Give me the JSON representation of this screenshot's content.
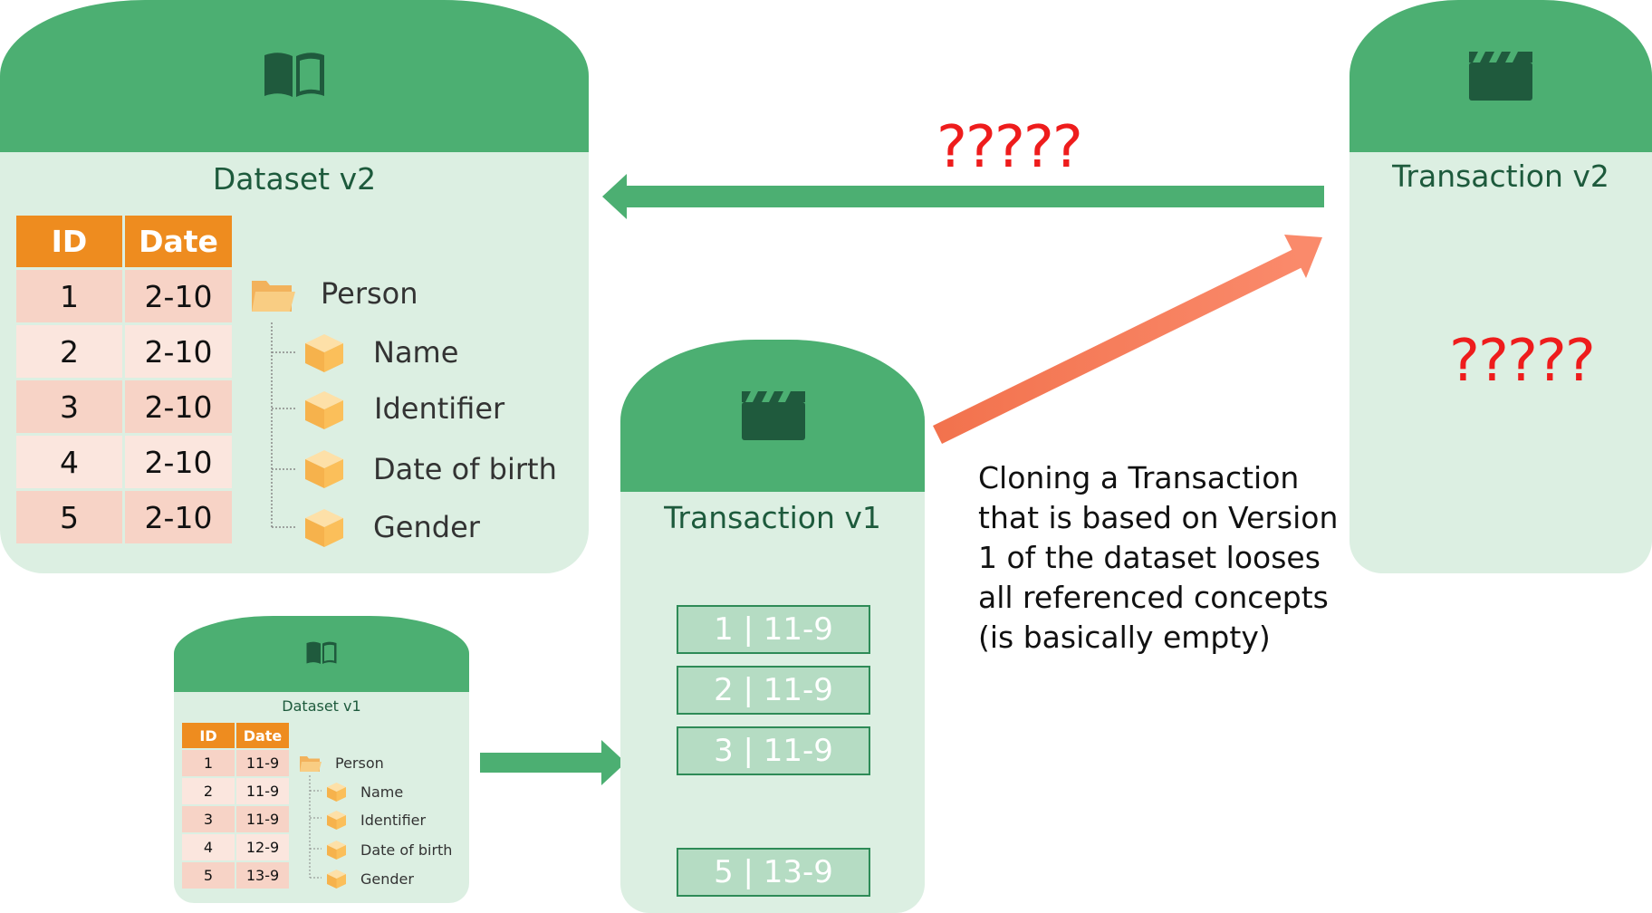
{
  "dataset_v2": {
    "title": "Dataset v2",
    "icon": "book-icon",
    "columns": [
      "ID",
      "Date"
    ],
    "rows": [
      [
        "1",
        "2-10"
      ],
      [
        "2",
        "2-10"
      ],
      [
        "3",
        "2-10"
      ],
      [
        "4",
        "2-10"
      ],
      [
        "5",
        "2-10"
      ]
    ],
    "folder": "Person",
    "items": [
      "Name",
      "Identifier",
      "Date of birth",
      "Gender"
    ]
  },
  "dataset_v1": {
    "title": "Dataset v1",
    "icon": "book-icon",
    "columns": [
      "ID",
      "Date"
    ],
    "rows": [
      [
        "1",
        "11-9"
      ],
      [
        "2",
        "11-9"
      ],
      [
        "3",
        "11-9"
      ],
      [
        "4",
        "12-9"
      ],
      [
        "5",
        "13-9"
      ]
    ],
    "folder": "Person",
    "items": [
      "Name",
      "Identifier",
      "Date of birth",
      "Gender"
    ]
  },
  "transaction_v1": {
    "title": "Transaction v1",
    "icon": "clapperboard-icon",
    "rows": [
      "1 | 11-9",
      "2 | 11-9",
      "3 | 11-9",
      "5 | 13-9"
    ]
  },
  "transaction_v2": {
    "title": "Transaction v2",
    "icon": "clapperboard-icon",
    "content": "?????"
  },
  "arrow_label": "?????",
  "caption": "Cloning a Transaction\nthat is based on Version\n1 of the dataset looses\nall referenced concepts\n(is basically empty)",
  "colors": {
    "header_green": "#4caf72",
    "card_bg": "#dcefe2",
    "orange": "#ee8c1f",
    "red": "#ee1c1c",
    "salmon": "#f77a5e",
    "arrow_green": "#4caf72"
  }
}
